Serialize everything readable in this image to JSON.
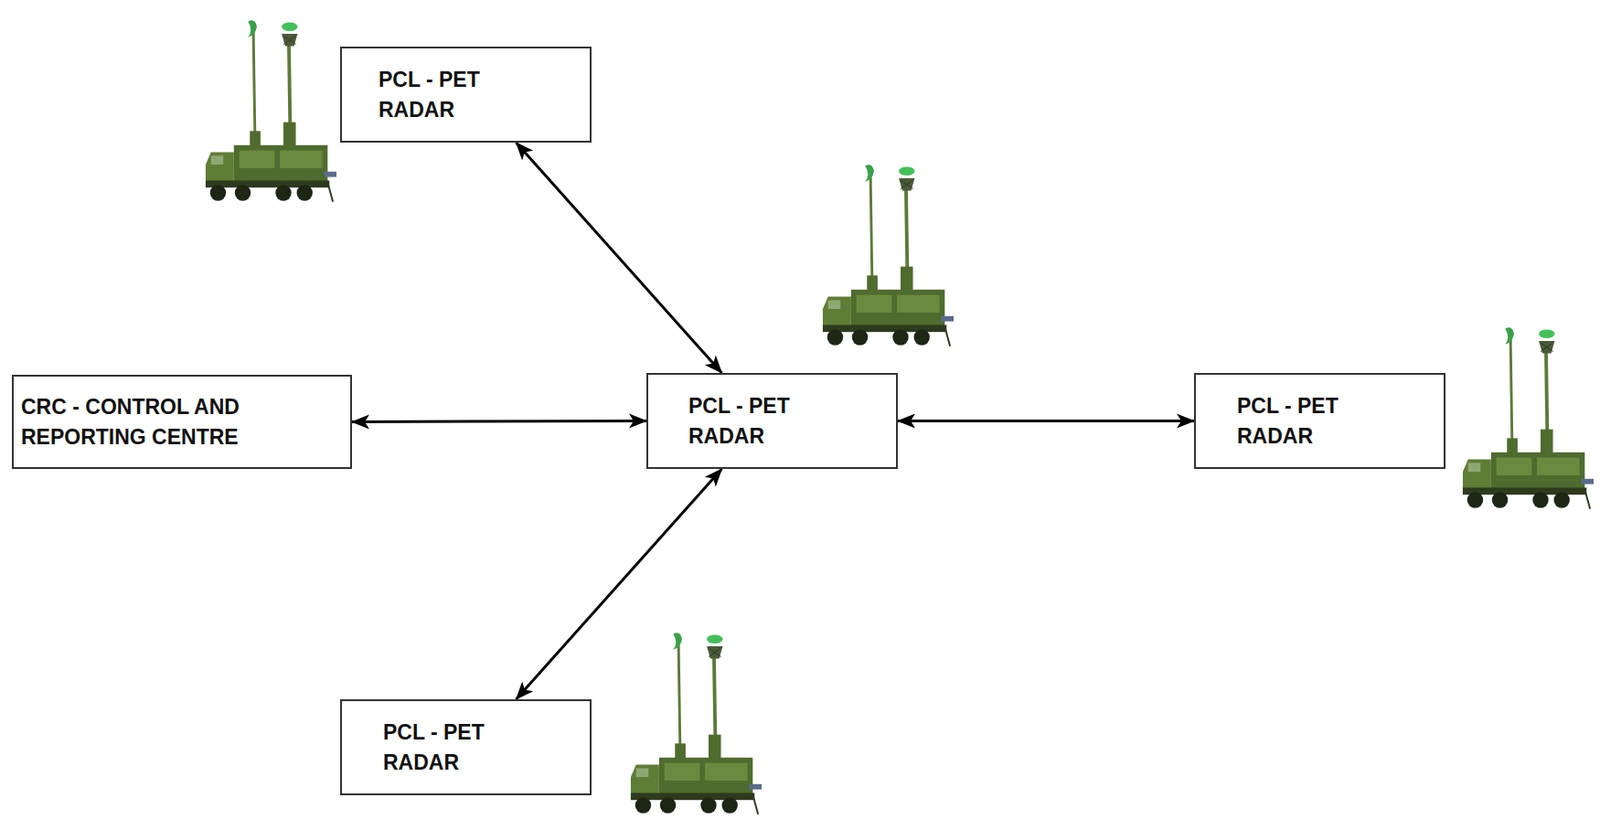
{
  "diagram": {
    "nodes": [
      {
        "text": [
          "PCL - PET RADAR"
        ]
      },
      {
        "text": [
          "CRC - CONTROL AND REPORTING CENTRE"
        ]
      },
      {
        "text": [
          "PCL - PET RADAR"
        ]
      },
      {
        "text": [
          "PCL - PET RADAR"
        ]
      },
      {
        "text": [
          "PCL - PET RADAR"
        ]
      }
    ],
    "edges": [
      {
        "from": 0,
        "to": 2,
        "arrow": "both"
      },
      {
        "from": 1,
        "to": 2,
        "arrow": "both"
      },
      {
        "from": 2,
        "to": 3,
        "arrow": "both"
      },
      {
        "from": 2,
        "to": 4,
        "arrow": "both"
      }
    ]
  }
}
